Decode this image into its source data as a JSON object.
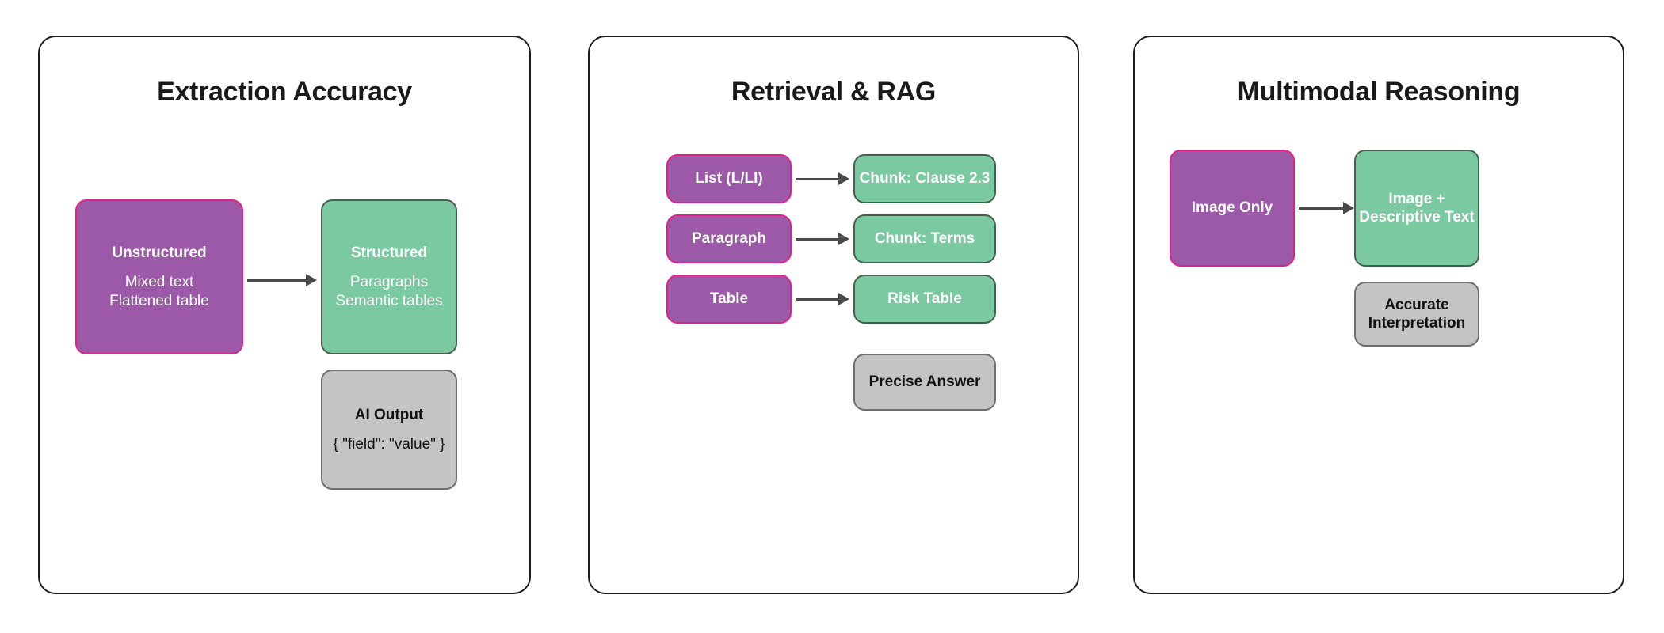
{
  "diagram": {
    "background_color": "#ffffff",
    "palette": {
      "purple_fill": "#9B59A8",
      "purple_border": "#E0218A",
      "green_fill": "#7BC9A0",
      "green_border": "#44614F",
      "gray_fill": "#C4C4C4",
      "gray_border": "#6E6E6E",
      "arrow_color": "#4A4A4A",
      "panel_border": "#1c1c1c",
      "title_color": "#1a1a1a"
    }
  },
  "panels": [
    {
      "id": "extraction-accuracy",
      "title": "Extraction Accuracy",
      "source": {
        "title": "Unstructured",
        "sub_lines": [
          "Mixed text",
          "Flattened table"
        ]
      },
      "target": {
        "title": "Structured",
        "sub_lines": [
          "Paragraphs",
          "Semantic tables"
        ]
      },
      "output": {
        "title": "AI Output",
        "sub_lines": [
          "{ \"field\": \"value\" }"
        ]
      }
    },
    {
      "id": "retrieval-and-rag",
      "title": "Retrieval & RAG",
      "rows": [
        {
          "source": "List (L/LI)",
          "target": "Chunk: Clause 2.3"
        },
        {
          "source": "Paragraph",
          "target": "Chunk: Terms"
        },
        {
          "source": "Table",
          "target": "Risk Table"
        }
      ],
      "output": {
        "title": "Precise Answer"
      }
    },
    {
      "id": "multimodal-reasoning",
      "title": "Multimodal Reasoning",
      "source": {
        "title": "Image Only"
      },
      "target": {
        "title": "Image +\nDescriptive Text"
      },
      "output": {
        "title": "Accurate\nInterpretation"
      }
    }
  ]
}
